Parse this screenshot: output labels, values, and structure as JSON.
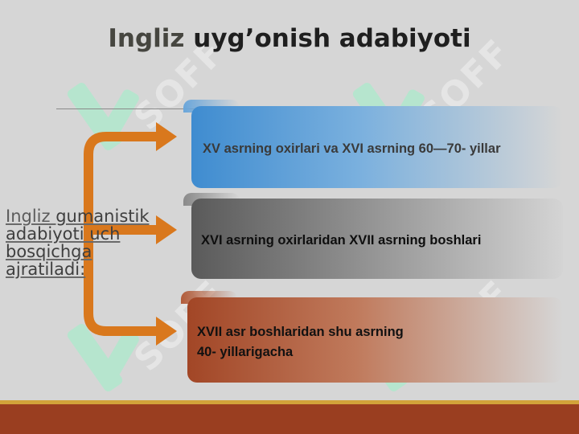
{
  "slide": {
    "title_part1": "Ingliz",
    "title_part2": " uyg’onish adabiyoti",
    "side_text_first": "Ingliz",
    "side_text_rest": " gumanistik adabiyoti uch bosqichga ajratiladi:",
    "items": [
      {
        "label": "XV asrning oxirlari va XVI asrning 60—70- yillar"
      },
      {
        "label": "XVI asrning oxirlaridan XVII asrning boshlari"
      },
      {
        "label": "XVII asr boshlaridan shu asrning\n40- yillarigacha"
      }
    ],
    "watermark_text": "SOFF"
  },
  "colors": {
    "background": "#d6d6d6",
    "arrow": "#d9781d",
    "band_blue": "#3f8cd0",
    "band_gray": "#616161",
    "band_brown": "#a24626",
    "watermark_green": "#9df2c8",
    "bottom_bar": "#9a3e20",
    "bottom_stripe": "#d2a33a"
  }
}
